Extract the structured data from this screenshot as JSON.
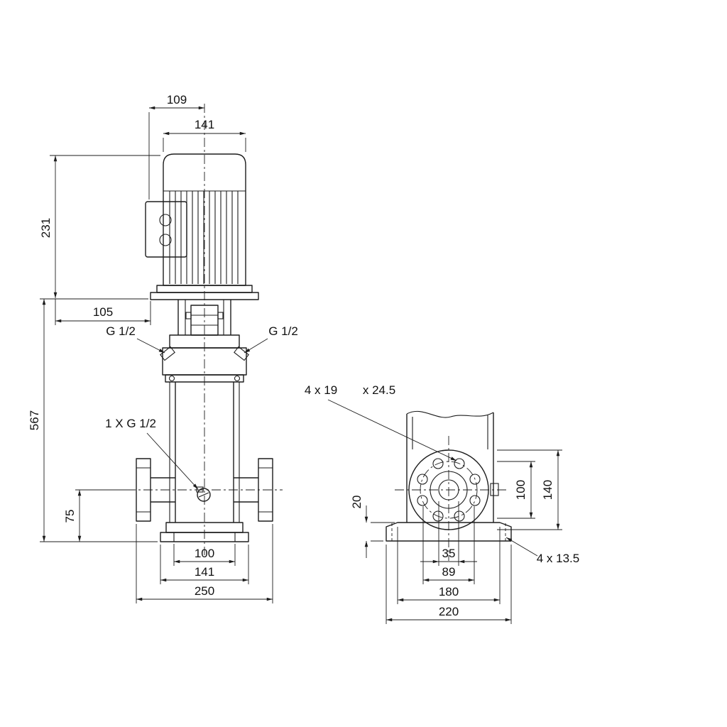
{
  "colors": {
    "line": "#1d1d1d",
    "background": "#ffffff"
  },
  "front_view": {
    "dims": {
      "motor_top_width": "109",
      "motor_width": "141",
      "motor_height": "231",
      "flange_offset": "105",
      "total_height": "567",
      "port_height": "75",
      "base_holes_span": "100",
      "base_width": "141",
      "port_to_port": "250"
    },
    "labels": {
      "vent_plug_left": "G 1/2",
      "vent_plug_right": "G 1/2",
      "drain_plug": "1 X G 1/2"
    }
  },
  "side_view": {
    "dims": {
      "base_height": "20",
      "bolt_circle": "100",
      "flange_height": "140",
      "bore": "35",
      "hole_span": "89",
      "base_top_width": "180",
      "base_width": "220"
    },
    "labels": {
      "flange_holes": "4 x 19",
      "flange_holes_counterbore": "x 24.5",
      "base_holes": "4 x 13.5"
    }
  }
}
